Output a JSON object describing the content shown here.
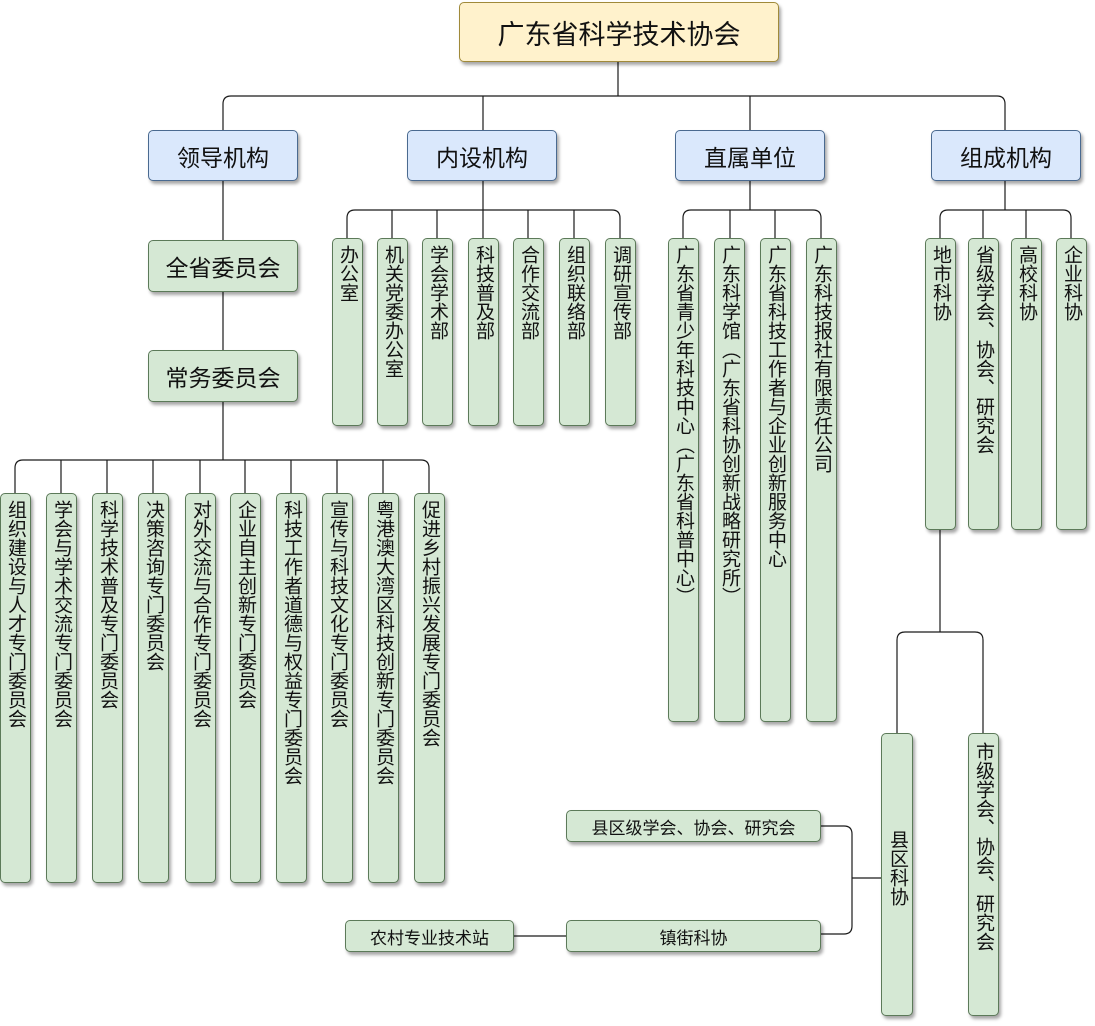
{
  "root": "广东省科学技术协会",
  "categories": {
    "leadership": "领导机构",
    "internal": "内设机构",
    "direct": "直属单位",
    "members": "组成机构"
  },
  "leadership": {
    "provincial_committee": "全省委员会",
    "standing_committee": "常务委员会",
    "special_committees": [
      "组织建设与人才专门委员会",
      "学会与学术交流专门委员会",
      "科学技术普及专门委员会",
      "决策咨询专门委员会",
      "对外交流与合作专门委员会",
      "企业自主创新专门委员会",
      "科技工作者道德与权益专门委员会",
      "宣传与科技文化专门委员会",
      "粤港澳大湾区科技创新专门委员会",
      "促进乡村振兴发展专门委员会"
    ]
  },
  "internal": [
    "办公室",
    "机关党委办公室",
    "学会学术部",
    "科技普及部",
    "合作交流部",
    "组织联络部",
    "调研宣传部"
  ],
  "direct": [
    "广东省青少年科技中心（广东省科普中心）",
    "广东科学馆（广东省科协创新战略研究所）",
    "广东省科技工作者与企业创新服务中心",
    "广东科技报社有限责任公司"
  ],
  "members": {
    "items": [
      "地市科协",
      "省级学会、协会、研究会",
      "高校科协",
      "企业科协"
    ],
    "county": "县区科协",
    "city_societies": "市级学会、协会、研究会",
    "county_societies": "县区级学会、协会、研究会",
    "town": "镇街科协",
    "rural": "农村专业技术站"
  }
}
